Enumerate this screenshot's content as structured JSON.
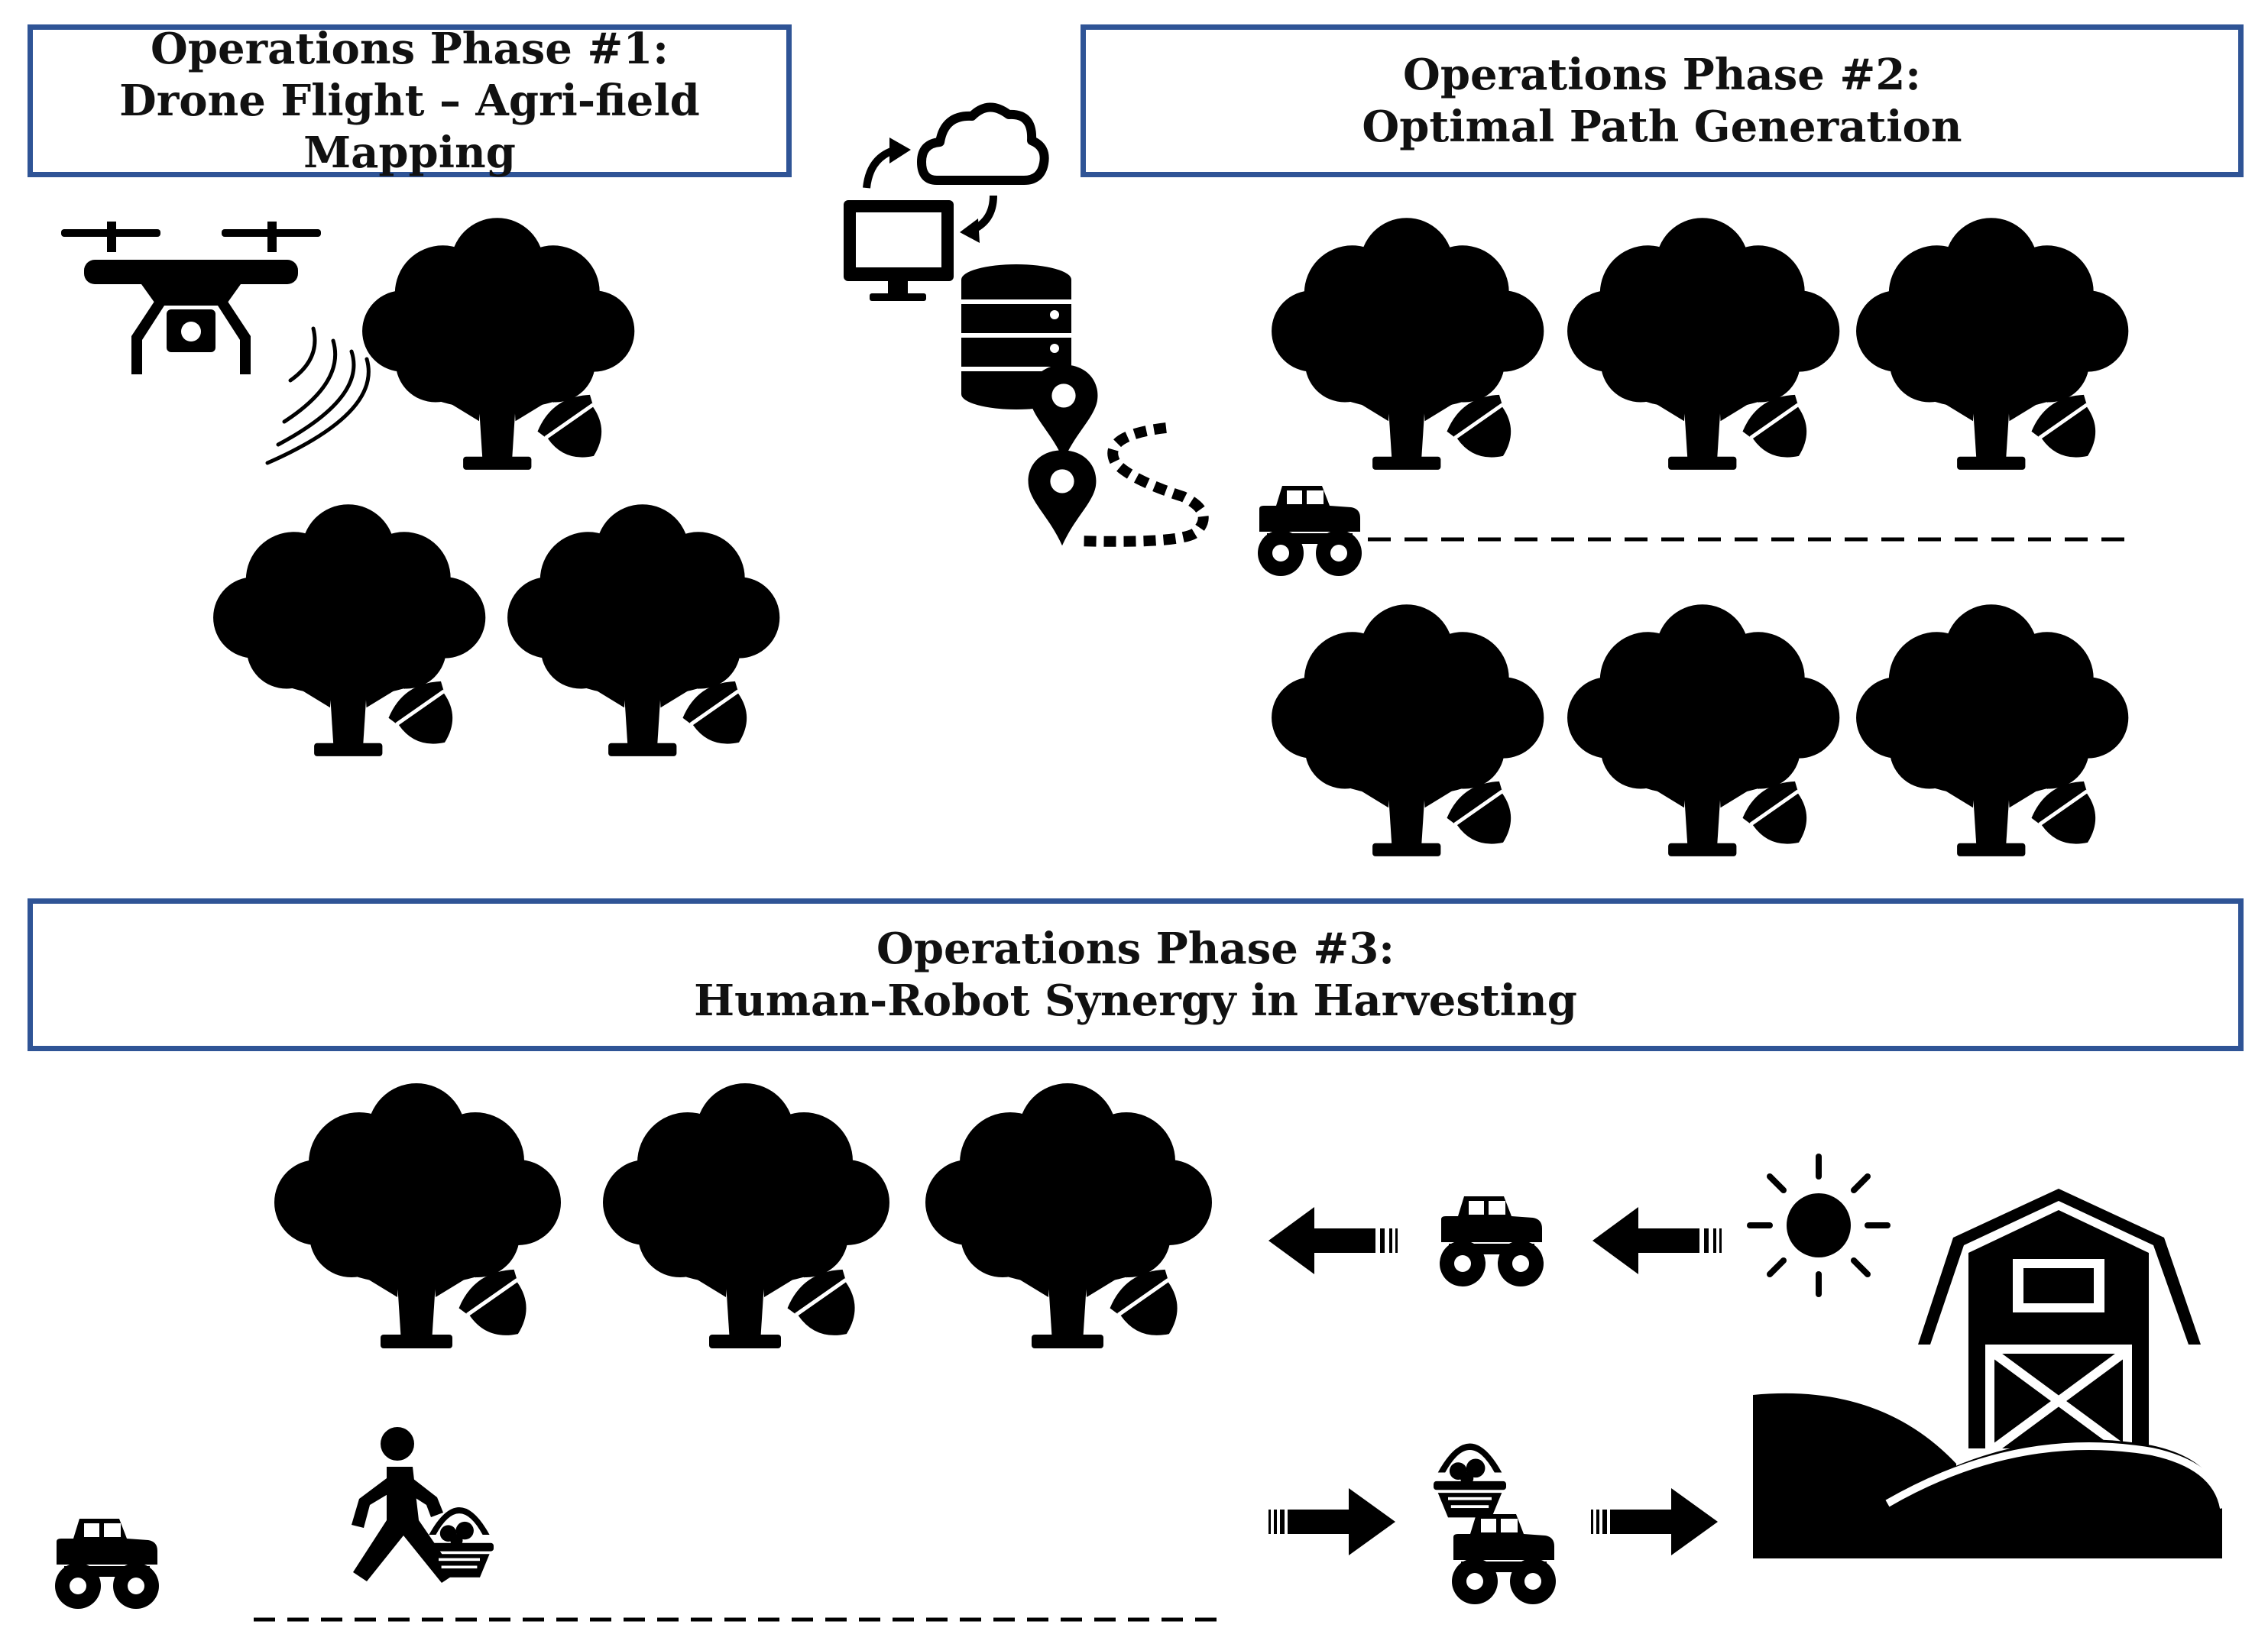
{
  "phases": [
    {
      "title": "Operations Phase #1:",
      "subtitle": "Drone Flight – Agri-field Mapping"
    },
    {
      "title": "Operations Phase #2:",
      "subtitle": "Optimal Path Generation"
    },
    {
      "title": "Operations Phase #3:",
      "subtitle": "Human-Robot Synergy in Harvesting"
    }
  ],
  "colors": {
    "box_border": "#2f5496",
    "icon": "#000000"
  },
  "icons": [
    "drone-icon",
    "signal-waves-icon",
    "tree-icon",
    "acorn-icon",
    "cloud-sync-icon",
    "computer-icon",
    "database-icon",
    "location-pin-icon",
    "robot-truck-icon",
    "arrow-icon",
    "sun-icon",
    "barn-icon",
    "person-with-basket-icon",
    "basket-icon"
  ]
}
